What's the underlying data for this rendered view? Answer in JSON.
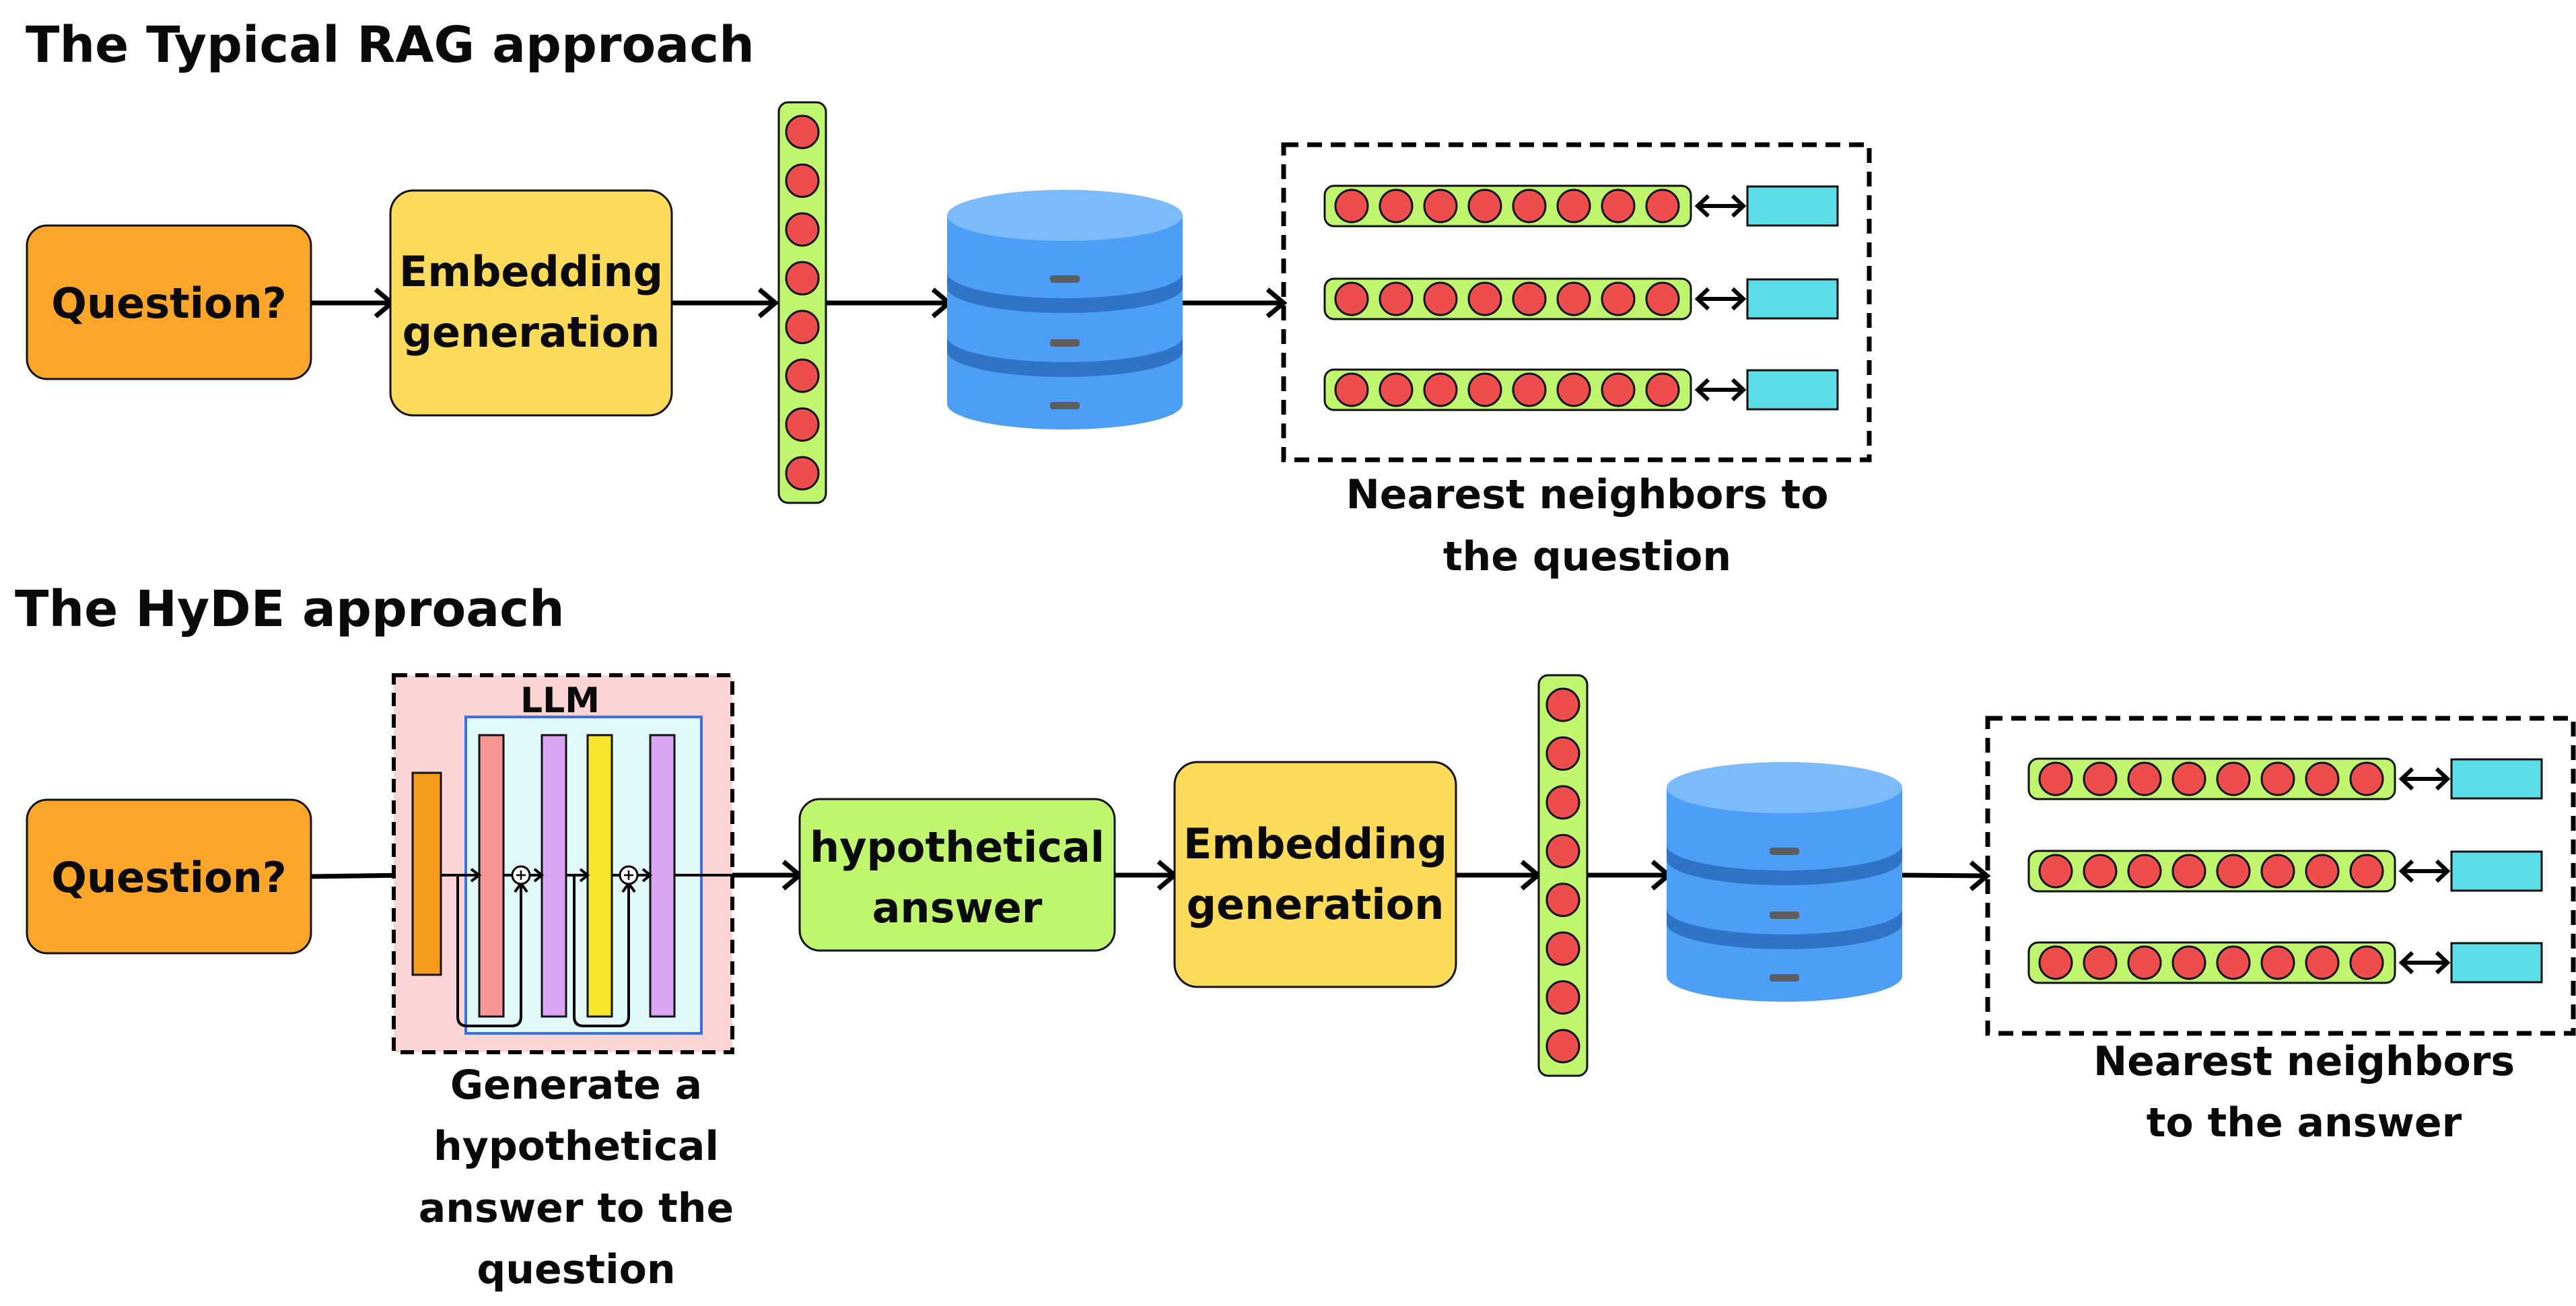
{
  "colors": {
    "question_box": "#FBA629",
    "embedding_box": "#FDDB5A",
    "hypothetical_box": "#C0F56E",
    "vector_bar": "#C0F56E",
    "vector_dot": "#EE4D4D",
    "database_top": "#7CBBFA",
    "database_body": "#4D9EF6",
    "database_band": "#2F74C6",
    "database_slot": "#5E5E5E",
    "doc_rect": "#5ADDE6",
    "llm_bg": "#FDD4D4",
    "llm_inner": "#E1F9FB",
    "llm_inner_border": "#3A6FE6",
    "layer_orange": "#F79B1C",
    "layer_pink": "#F79494",
    "layer_purple": "#D9A4F2",
    "layer_yellow": "#F6E72C"
  },
  "rag": {
    "title": "The Typical RAG approach",
    "question": "Question?",
    "embedding_line1": "Embedding",
    "embedding_line2": "generation",
    "caption_line1": "Nearest neighbors to",
    "caption_line2": "the question"
  },
  "hyde": {
    "title": "The HyDE approach",
    "llm_label": "LLM",
    "question": "Question?",
    "hypothetical_line1": "hypothetical",
    "hypothetical_line2": "answer",
    "embedding_line1": "Embedding",
    "embedding_line2": "generation",
    "llm_caption_line1": "Generate a",
    "llm_caption_line2": "hypothetical",
    "llm_caption_line3": "answer to the",
    "llm_caption_line4": "question",
    "caption_line1": "Nearest neighbors",
    "caption_line2": "to the answer"
  },
  "icons": {
    "database": "database-icon",
    "embedding_vector": "vector-icon",
    "sum_node": "plus-circle-icon",
    "bidirectional_arrow": "double-arrow-icon"
  }
}
